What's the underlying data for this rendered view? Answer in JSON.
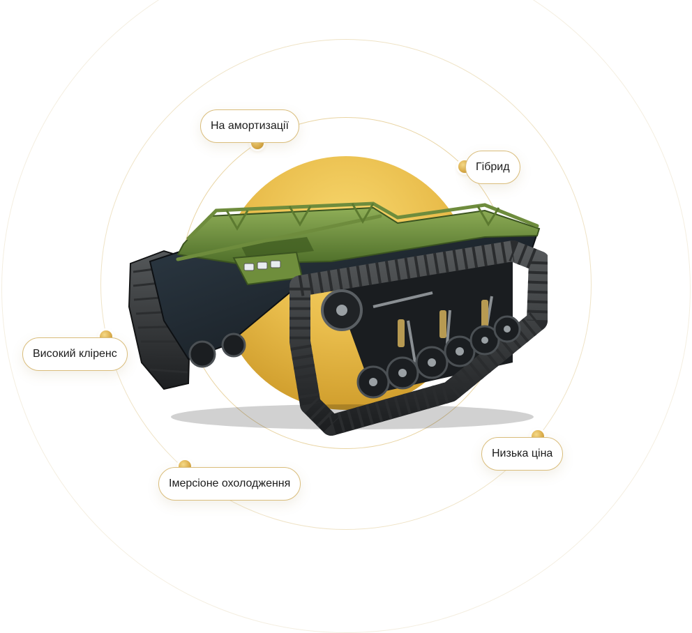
{
  "labels": {
    "suspension": "На амортизації",
    "hybrid": "Гібрид",
    "clearance": "Високий кліренс",
    "low_price": "Низька ціна",
    "cooling": "Імерсіоне охолодження"
  },
  "icons": {
    "marker": "gold-dot-icon",
    "vehicle": "tracked-robotic-vehicle"
  },
  "colors": {
    "accent_gold": "#e2b64a",
    "label_border": "#d9bc7a",
    "vehicle_green": "#5f7f35"
  }
}
